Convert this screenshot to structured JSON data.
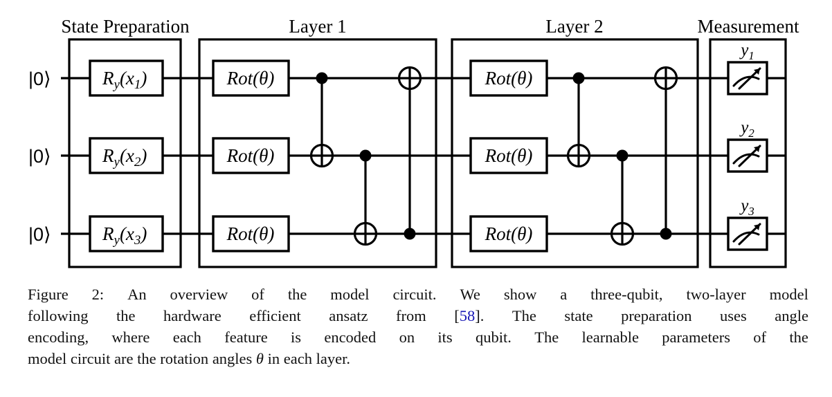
{
  "figure": {
    "sections": [
      {
        "id": "state-preparation",
        "title": "State Preparation"
      },
      {
        "id": "layer-1",
        "title": "Layer 1"
      },
      {
        "id": "layer-2",
        "title": "Layer 2"
      },
      {
        "id": "measurement",
        "title": "Measurement"
      }
    ],
    "qubits": [
      {
        "index": 1,
        "init_label": "|0⟩",
        "prep_gate": "R_y(x_1)",
        "prep_gate_base": "R",
        "prep_gate_sub": "y",
        "prep_gate_arg": "(x",
        "prep_gate_arg_sub": "1",
        "output_label": "y",
        "output_sub": "1"
      },
      {
        "index": 2,
        "init_label": "|0⟩",
        "prep_gate": "R_y(x_2)",
        "prep_gate_base": "R",
        "prep_gate_sub": "y",
        "prep_gate_arg": "(x",
        "prep_gate_arg_sub": "2",
        "output_label": "y",
        "output_sub": "2"
      },
      {
        "index": 3,
        "init_label": "|0⟩",
        "prep_gate": "R_y(x_3)",
        "prep_gate_base": "R",
        "prep_gate_sub": "y",
        "prep_gate_arg": "(x",
        "prep_gate_arg_sub": "3",
        "output_label": "y",
        "output_sub": "3"
      }
    ],
    "rotation_gate_label": "Rot(θ)",
    "rotation_gate_name": "Rot",
    "rotation_gate_arg": "θ",
    "measurement_icon": "meter-icon",
    "layers": [
      {
        "name": "Layer 1",
        "rot_gates": [
          "Rot(θ)",
          "Rot(θ)",
          "Rot(θ)"
        ],
        "cnots": [
          {
            "control": 1,
            "target": 2
          },
          {
            "control": 2,
            "target": 3
          },
          {
            "control": 3,
            "target": 1
          }
        ]
      },
      {
        "name": "Layer 2",
        "rot_gates": [
          "Rot(θ)",
          "Rot(θ)",
          "Rot(θ)"
        ],
        "cnots": [
          {
            "control": 1,
            "target": 2
          },
          {
            "control": 2,
            "target": 3
          },
          {
            "control": 3,
            "target": 1
          }
        ]
      }
    ],
    "colors": {
      "wire": "#000000",
      "box_border": "#000000",
      "background": "#ffffff",
      "citation": "#1414b4"
    }
  },
  "caption": {
    "lines": [
      {
        "segments": [
          {
            "text": "Figure 2:  An overview of the model circuit.  We show a three-qubit, two-layer model"
          }
        ]
      },
      {
        "segments": [
          {
            "text": "following the hardware efficient ansatz from ["
          },
          {
            "text": "58",
            "kind": "cite"
          },
          {
            "text": "].  The state preparation uses angle"
          }
        ]
      },
      {
        "segments": [
          {
            "text": "encoding, where each feature is encoded on its qubit.  The learnable parameters of the"
          }
        ]
      },
      {
        "segments": [
          {
            "text": "model circuit are the rotation angles "
          },
          {
            "text": "θ",
            "kind": "theta"
          },
          {
            "text": " in each layer."
          }
        ]
      }
    ],
    "full_text": "Figure 2: An overview of the model circuit. We show a three-qubit, two-layer model following the hardware efficient ansatz from [58]. The state preparation uses angle encoding, where each feature is encoded on its qubit. The learnable parameters of the model circuit are the rotation angles θ in each layer."
  }
}
